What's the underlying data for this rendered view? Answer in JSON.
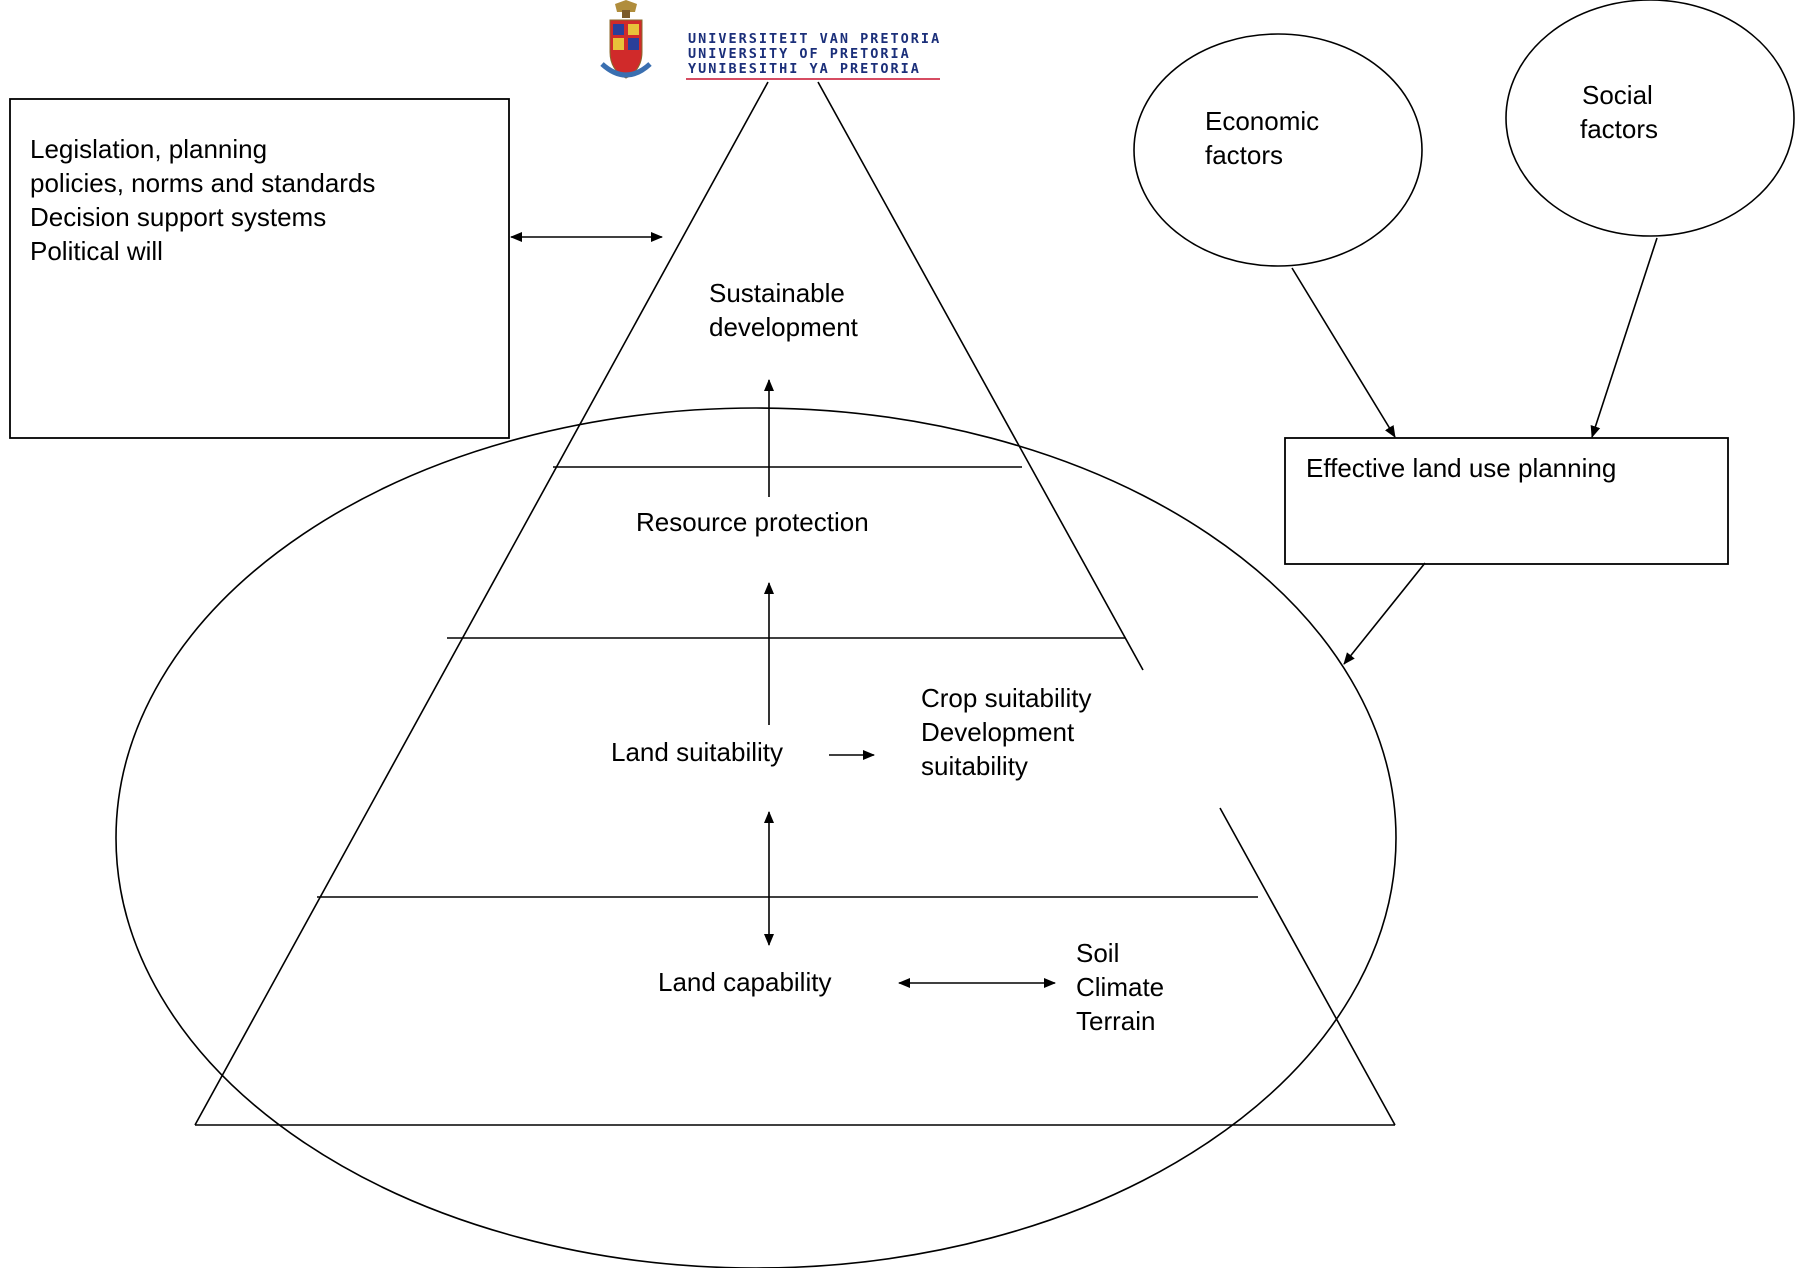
{
  "logo": {
    "lines": [
      "UNIVERSITEIT VAN PRETORIA",
      "UNIVERSITY OF PRETORIA",
      "YUNIBESITHI YA PRETORIA"
    ],
    "text_color": "#1b2f7a",
    "rule_color": "#c8102e"
  },
  "policy_box": {
    "lines": [
      "Legislation, planning",
      "policies, norms and standards",
      "Decision support systems",
      "Political will"
    ]
  },
  "pyramid": {
    "levels": {
      "sustainable": [
        "Sustainable",
        "development"
      ],
      "resource": "Resource protection",
      "suitability": "Land suitability",
      "capability": "Land capability"
    }
  },
  "suitability_outputs": [
    "Crop suitability",
    "Development",
    "suitability"
  ],
  "capability_inputs": [
    "Soil",
    "Climate",
    "Terrain"
  ],
  "factors": {
    "economic": [
      "Economic",
      "factors"
    ],
    "social": [
      "Social",
      "factors"
    ]
  },
  "planning_box": {
    "label": "Effective land use planning"
  }
}
